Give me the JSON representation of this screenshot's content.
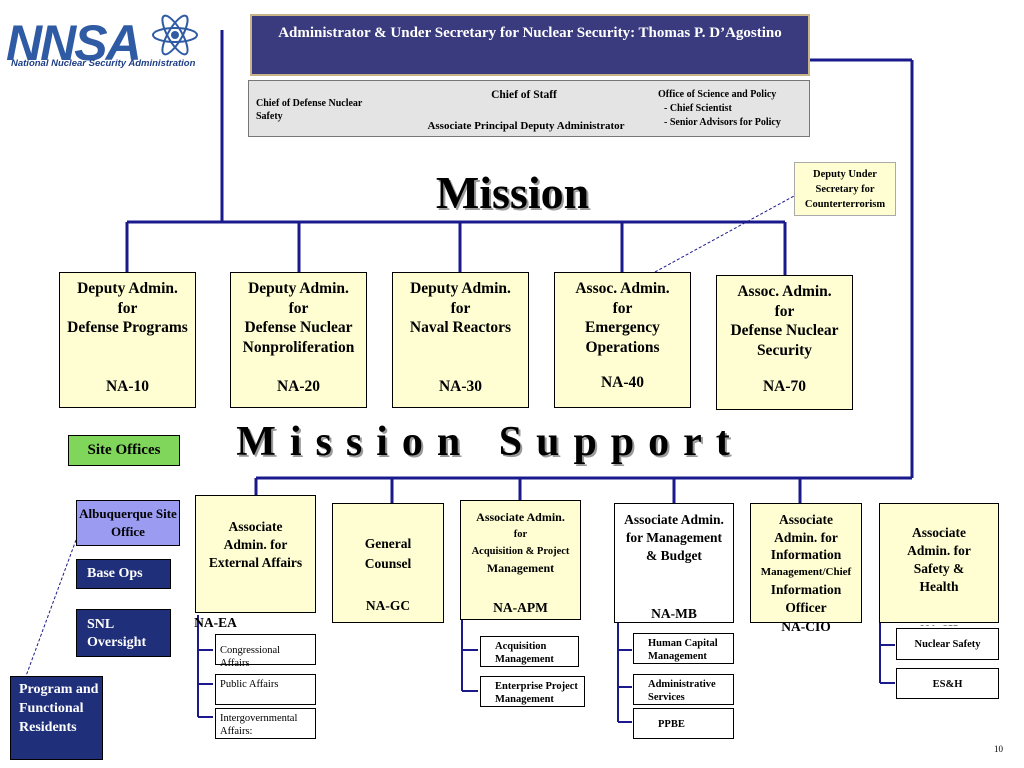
{
  "logo": {
    "letters": "NNSA",
    "subtitle": "National Nuclear Security Administration"
  },
  "administrator": "Administrator & Under Secretary for Nuclear Security: Thomas P. D’Agostino",
  "staff_row": {
    "chief_defense_safety": "Chief of Defense Nuclear Safety",
    "chief_of_staff": "Chief of Staff",
    "apda": "Associate Principal Deputy Administrator",
    "science_policy": {
      "title": "Office of  Science and Policy",
      "items": [
        "-  Chief  Scientist",
        "-  Senior Advisors for Policy"
      ]
    }
  },
  "counterterrorism": "Deputy Under Secretary for Counterterrorism",
  "mission_label": "Mission",
  "mission_offices": [
    {
      "lines": [
        "Deputy Admin.",
        "for",
        "Defense Programs"
      ],
      "code": "NA-10"
    },
    {
      "lines": [
        "Deputy Admin.",
        "for",
        "Defense Nuclear",
        "Nonproliferation"
      ],
      "code": "NA-20"
    },
    {
      "lines": [
        "Deputy Admin.",
        "for",
        "Naval Reactors"
      ],
      "code": "NA-30"
    },
    {
      "lines": [
        "Assoc. Admin.",
        "for",
        "Emergency",
        "Operations"
      ],
      "code": "NA-40"
    },
    {
      "lines": [
        "Assoc. Admin.",
        "for",
        "Defense Nuclear",
        "Security"
      ],
      "code": "NA-70"
    }
  ],
  "mission_support_label": "Mission  Support",
  "site_offices": "Site Offices",
  "left_column": {
    "albuquerque": "Albuquerque Site Office",
    "base_ops": "Base Ops",
    "snl": "SNL Oversight",
    "program": "Program and Functional Residents"
  },
  "support_offices": {
    "ea": {
      "text": "Associate Admin. for External Affairs",
      "code": "NA-EA"
    },
    "gc": {
      "text": "General Counsel",
      "code": "NA-GC"
    },
    "apm": {
      "line1": "Associate Admin.",
      "line2": "for",
      "line3": "Acquisition & Project",
      "line4": "Management",
      "code": "NA-APM"
    },
    "mb": {
      "text": "Associate Admin. for Management & Budget",
      "code": "NA-MB"
    },
    "cio": {
      "line1": "Associate",
      "line2": "Admin. for",
      "line3": "Information",
      "line4": "Management/Chief",
      "line5": "Information",
      "line6": "Officer",
      "code": "NA-CIO"
    },
    "sh": {
      "text": "Associate Admin. for Safety & Health",
      "code": "NA-SH"
    }
  },
  "sub_units": {
    "ea": [
      "Congressional Affairs",
      "Public Affairs",
      "Intergovernmental Affairs:"
    ],
    "apm": [
      "Acquisition Management",
      "Enterprise Project Management"
    ],
    "mb": [
      "Human Capital Management",
      "Administrative Services",
      "PPBE"
    ],
    "sh": [
      "Nuclear Safety",
      "ES&H"
    ]
  },
  "page_number": "10"
}
